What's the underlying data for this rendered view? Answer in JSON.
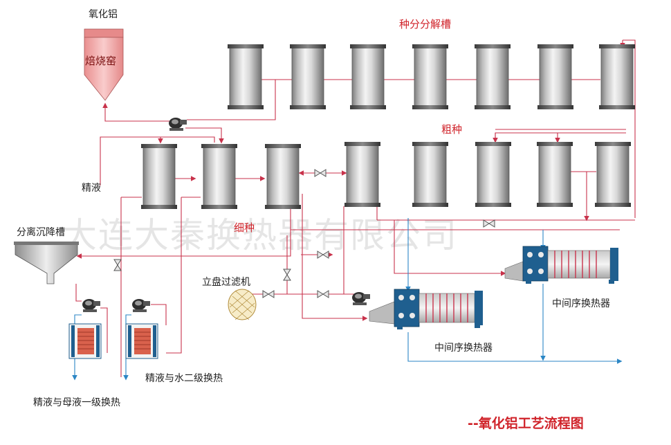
{
  "labels": {
    "alumina": "氧化铝",
    "kiln": "焙烧窑",
    "seed_decomp": "种分分解槽",
    "coarse_seed": "粗种",
    "fine_seed": "细种",
    "refined_liquor": "精液",
    "separation_tank": "分离沉降槽",
    "disc_filter": "立盘过滤机",
    "inter_hx_right": "中间序换热器",
    "inter_hx_bottom": "中间序换热器",
    "hx_stage1": "精液与母液一级换热",
    "hx_stage2": "精液与水二级换热",
    "title": "--氧化铝工艺流程图"
  },
  "watermark": "大连大秦换热器有限公司",
  "colors": {
    "red_line": "#c8324b",
    "blue_line": "#2b86c5",
    "accent": "#d0232a"
  }
}
